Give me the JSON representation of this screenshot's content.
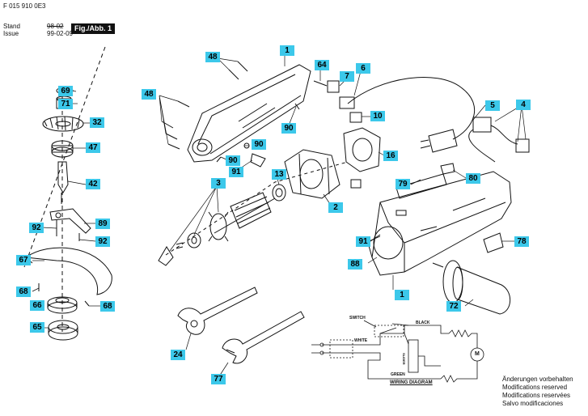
{
  "header": {
    "doc_number": "F 015 910 0E3",
    "stand_label": "Stand",
    "stand_value": "98-02",
    "issue_label": "Issue",
    "issue_value": "99-02-09",
    "figure_label": "Fig./Abb. 1"
  },
  "part_labels": {
    "p1_top": "1",
    "p1_bottom": "1",
    "p2": "2",
    "p3": "3",
    "p4": "4",
    "p5": "5",
    "p6": "6",
    "p7": "7",
    "p10": "10",
    "p13": "13",
    "p16": "16",
    "p24": "24",
    "p32": "32",
    "p42": "42",
    "p47": "47",
    "p48_top": "48",
    "p48_left": "48",
    "p64": "64",
    "p65": "65",
    "p66": "66",
    "p67": "67",
    "p68_left": "68",
    "p68_right": "68",
    "p69": "69",
    "p71": "71",
    "p72": "72",
    "p77": "77",
    "p78": "78",
    "p79": "79",
    "p80": "80",
    "p88": "88",
    "p89": "89",
    "p90_a": "90",
    "p90_b": "90",
    "p90_c": "90",
    "p91_a": "91",
    "p91_b": "91",
    "p92_a": "92",
    "p92_b": "92"
  },
  "wiring": {
    "title": "WIRING DIAGRAM",
    "switch": "SWITCH",
    "black": "BLACK",
    "white": "WHITE",
    "green": "GREEN",
    "slider": "SLIDER",
    "motor": "M"
  },
  "notes": [
    "Änderungen vorbehalten",
    "Modifications reserved",
    "Modifications reservées",
    "Salvo modificaciones"
  ],
  "colors": {
    "label_bg": "#3cc8ea",
    "line": "#111111"
  }
}
